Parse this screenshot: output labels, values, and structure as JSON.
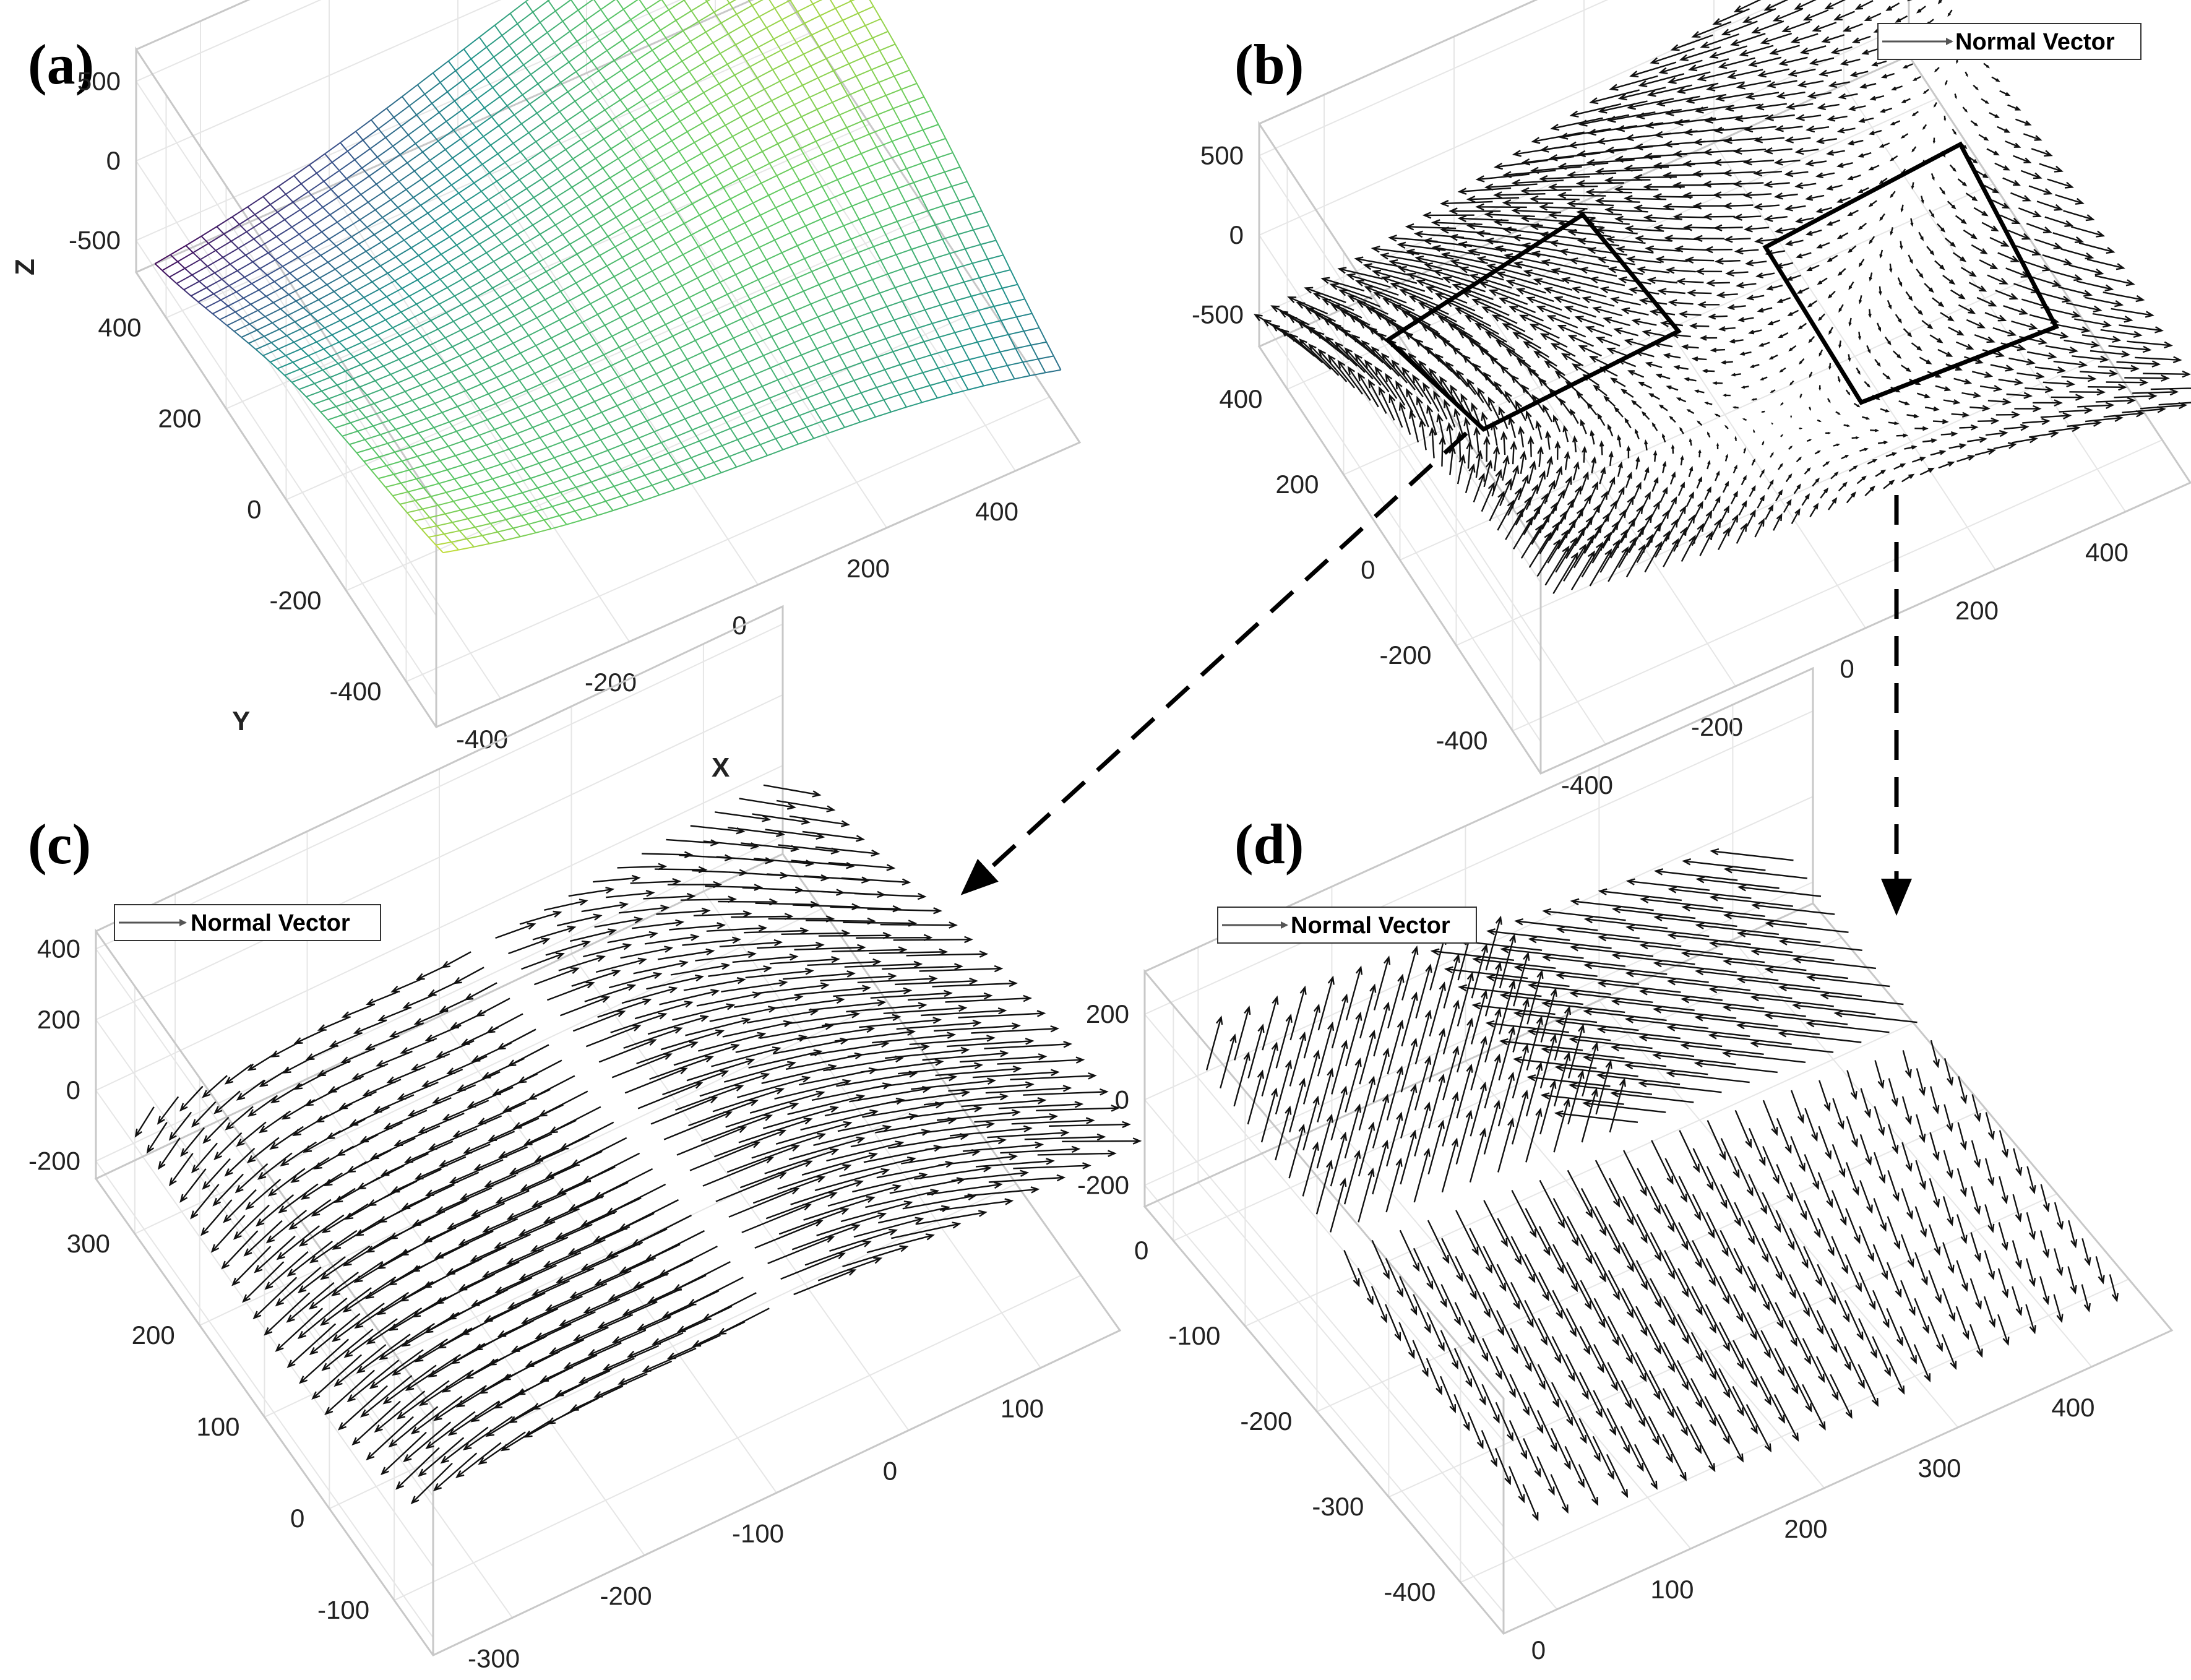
{
  "chart_data": [
    {
      "panel": "(a)",
      "type": "surface",
      "xlabel": "X",
      "ylabel": "Y",
      "zlabel": "Z",
      "xlim": [
        -500,
        500
      ],
      "ylim": [
        -500,
        500
      ],
      "zlim": [
        -700,
        700
      ],
      "xticks": [
        -400,
        -200,
        0,
        200,
        400
      ],
      "yticks": [
        -400,
        -200,
        0,
        200,
        400
      ],
      "zticks": [
        -500,
        0,
        500
      ],
      "grid": true,
      "colormap": [
        "#440154",
        "#3b528b",
        "#21918c",
        "#5ec962",
        "#fde725",
        "#fdb54a"
      ],
      "mesh_size": 40
    },
    {
      "panel": "(b)",
      "type": "quiver3",
      "legend": "Normal Vector",
      "legend_position": "top-right",
      "xlim": [
        -500,
        500
      ],
      "ylim": [
        -500,
        500
      ],
      "zlim": [
        -700,
        700
      ],
      "xticks": [
        -400,
        -200,
        0,
        200,
        400
      ],
      "yticks": [
        -400,
        -200,
        0,
        200,
        400
      ],
      "zticks": [
        -500,
        0,
        500
      ],
      "grid": true,
      "highlight_regions": [
        {
          "x": [
            -380,
            -80
          ],
          "y": [
            -20,
            320
          ],
          "target": "(c)"
        },
        {
          "x": [
            80,
            380
          ],
          "y": [
            -300,
            40
          ],
          "target": "(d)"
        }
      ]
    },
    {
      "panel": "(c)",
      "type": "quiver3",
      "legend": "Normal Vector",
      "legend_position": "top-left",
      "xlim": [
        -360,
        160
      ],
      "ylim": [
        -160,
        360
      ],
      "zlim": [
        -250,
        450
      ],
      "xticks": [
        -300,
        -200,
        -100,
        0,
        100
      ],
      "yticks": [
        -100,
        0,
        100,
        200,
        300
      ],
      "zticks": [
        -200,
        0,
        200,
        400
      ],
      "grid": true
    },
    {
      "panel": "(d)",
      "type": "quiver3",
      "legend": "Normal Vector",
      "legend_position": "top-left",
      "xlim": [
        -40,
        460
      ],
      "ylim": [
        -460,
        40
      ],
      "zlim": [
        -250,
        300
      ],
      "xticks": [
        0,
        100,
        200,
        300,
        400
      ],
      "yticks": [
        -400,
        -300,
        -200,
        -100,
        0
      ],
      "zticks": [
        -200,
        0,
        200
      ],
      "grid": true
    }
  ],
  "colors": {
    "arrow": "#111111",
    "box": "#c8c8c8",
    "grid": "#e6e6e6"
  }
}
